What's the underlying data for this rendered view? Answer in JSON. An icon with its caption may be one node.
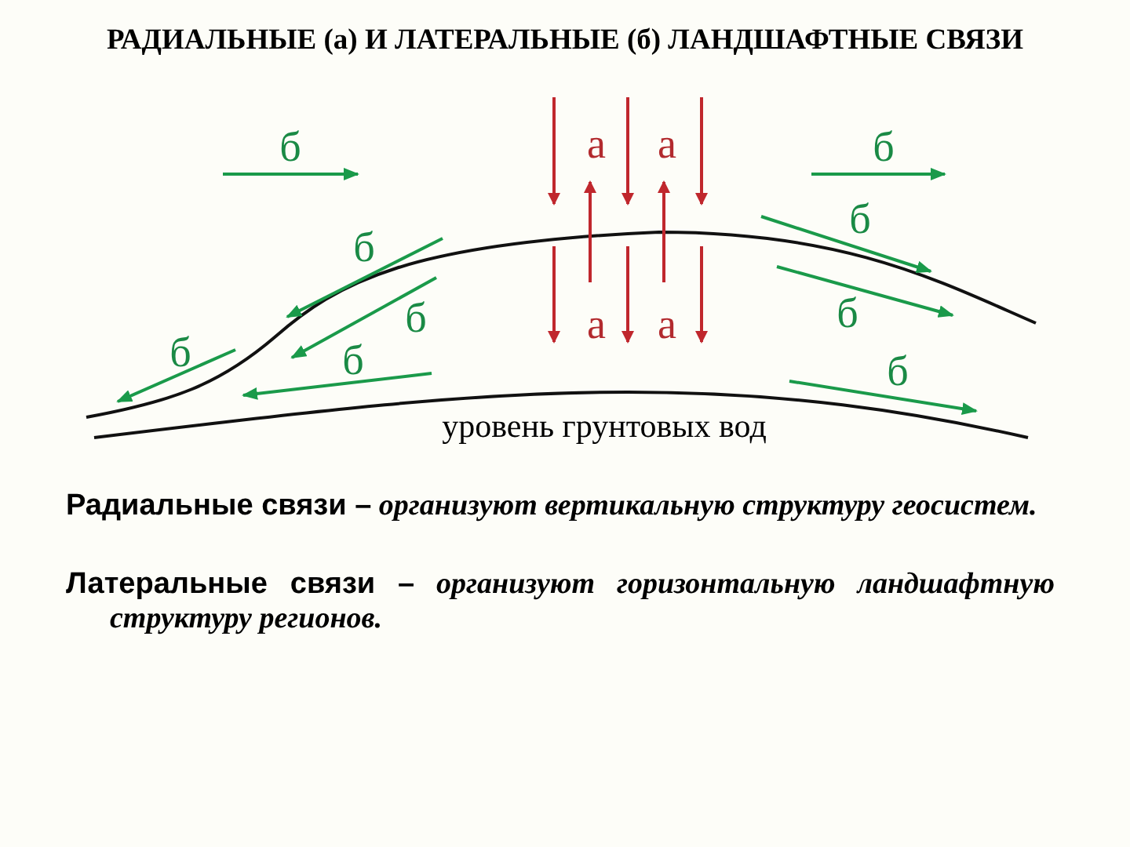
{
  "diagram": {
    "title": "РАДИАЛЬНЫЕ (а) И ЛАТЕРАЛЬНЫЕ (б) ЛАНДШАФТНЫЕ СВЯЗИ",
    "labels": [
      "б",
      "а",
      "а",
      "б",
      "б",
      "б",
      "б",
      "а",
      "а",
      "б",
      "б",
      "б",
      "б",
      "уровень грунтовых вод",
      "**Радиальные связи –** *организуют вертикальную структуру геосистем.*",
      "**Латеральные связи –** *организуют горизонтальную ландшафтную структуру регионов.*"
    ]
  }
}
